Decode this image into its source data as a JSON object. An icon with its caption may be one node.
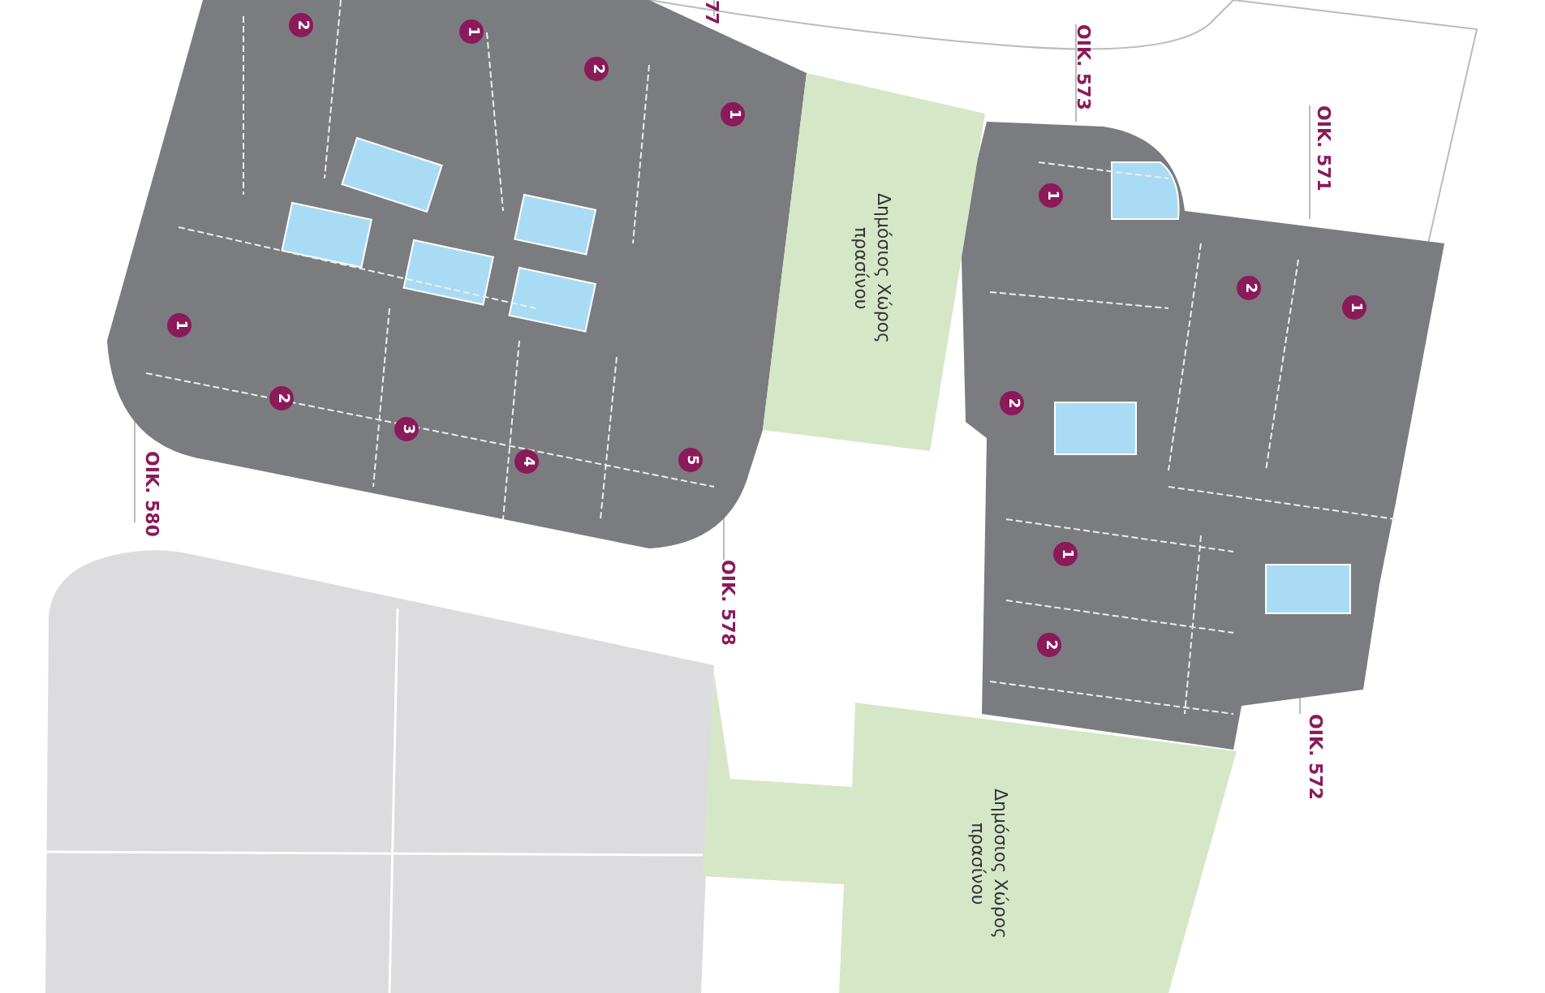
{
  "diagram": {
    "nodes": [
      {
        "text": [
          "Δημόσιος Χώρος πρασίνου"
        ]
      },
      {
        "text": [
          "Δημόσιος Χώρος πρασίνου"
        ]
      }
    ],
    "labels": [
      "77",
      "2",
      "1",
      "2",
      "ΟΙΚ. 573",
      "1",
      "ΟΙΚ. 571",
      "1",
      "2",
      "1",
      "1",
      "2",
      "2",
      "3",
      "4",
      "5",
      "ΟΙΚ. 580",
      "1",
      "ΟΙΚ. 578",
      "2",
      "ΟΙΚ. 572"
    ]
  }
}
